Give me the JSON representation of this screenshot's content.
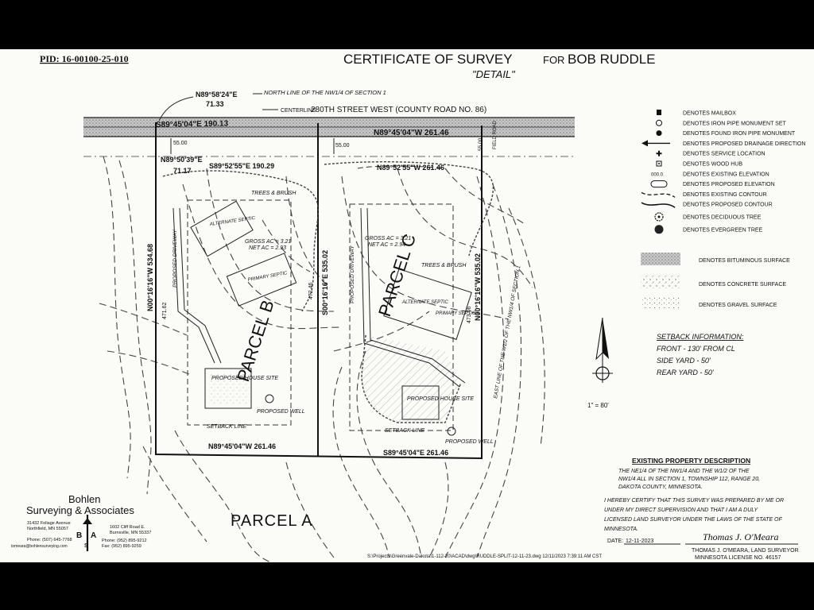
{
  "header": {
    "pid": "PID: 16-00100-25-010",
    "title_main": "CERTIFICATE OF SURVEY",
    "title_for": "FOR",
    "title_client": "BOB RUDDLE",
    "subtitle": "\"DETAIL\""
  },
  "road": {
    "north_line": "NORTH LINE OF THE NW1/4 OF SECTION 1",
    "centerline_prefix": "CENTERLINE",
    "centerline_name": "280TH STREET WEST (COUNTY ROAD NO. 86)",
    "bearing_nw": "N89°58'24\"E",
    "bearing_nw_dist": "71.33",
    "bearing_cl1": "S89°45'04\"E 190.13",
    "bearing_cl2": "N89°45'04\"W 261.46",
    "field_road": "FIELD ROAD",
    "dim_55_left": "55.00",
    "dim_55_mid": "55.00",
    "dim_55_right": "55.00"
  },
  "parcel_b": {
    "label": "PARCEL B",
    "north_bearing": "S89°52'55\"E 190.29",
    "nw_bearing": "N89°50'39\"E",
    "nw_dist": "71.17",
    "west_bearing": "N00°16'16\"W 534.68",
    "west_dim": "471.62",
    "east_dim": "472.46",
    "south_bearing": "N89°45'04\"W 261.46",
    "gross": "GROSS AC = 3.21",
    "net": "NET AC = 2.93",
    "alt_septic": "ALTERNATE SEPTIC",
    "primary_septic": "PRIMARY SEPTIC",
    "house": "PROPOSED HOUSE SITE",
    "well": "PROPOSED WELL",
    "driveway": "PROPOSED DRIVEWAY",
    "setback": "SETBACK LINE",
    "trees": "TREES & BRUSH"
  },
  "parcel_c": {
    "label": "PARCEL C",
    "north_bearing": "N89°52'55\"W 261.46",
    "shared_bearing": "S00°16'16\"E 535.02",
    "east_bearing": "N00°16'16\"W 535.02",
    "east_dim": "473.06",
    "east_line": "EAST LINE OF THE W1/2 OF THE NW1/4 OF SECTION 1",
    "south_bearing": "S89°45'04\"E 261.46",
    "gross": "GROSS AC = 3.21",
    "net": "NET AC = 2.94",
    "alt_septic": "ALTERNATE SEPTIC",
    "primary_septic": "PRIMARY SEPTIC",
    "house": "PROPOSED HOUSE SITE",
    "well": "PROPOSED WELL",
    "driveway": "PROPOSED DRIVEWAY",
    "setback": "SETBACK LINE",
    "trees": "TREES & BRUSH"
  },
  "parcel_a": {
    "label": "PARCEL A"
  },
  "legend": [
    {
      "symbol": "mailbox",
      "text": "DENOTES MAILBOX"
    },
    {
      "symbol": "iron-pipe-set",
      "text": "DENOTES IRON PIPE MONUMENT SET"
    },
    {
      "symbol": "iron-pipe-found",
      "text": "DENOTES FOUND IRON PIPE MONUMENT"
    },
    {
      "symbol": "drainage-arrow",
      "text": "DENOTES PROPOSED DRAINAGE DIRECTION"
    },
    {
      "symbol": "service-location",
      "text": "DENOTES SERVICE LOCATION"
    },
    {
      "symbol": "wood-hub",
      "text": "DENOTES WOOD HUB"
    },
    {
      "symbol": "existing-elevation",
      "text": "DENOTES EXISTING ELEVATION"
    },
    {
      "symbol": "proposed-elevation",
      "text": "DENOTES PROPOSED ELEVATION"
    },
    {
      "symbol": "existing-contour",
      "text": "DENOTES EXISTING CONTOUR"
    },
    {
      "symbol": "proposed-contour",
      "text": "DENOTES PROPOSED CONTOUR"
    },
    {
      "symbol": "deciduous-tree",
      "text": "DENOTES DECIDUOUS TREE"
    },
    {
      "symbol": "evergreen-tree",
      "text": "DENOTES EVERGREEN TREE"
    }
  ],
  "legend_elev_sample": "000.0",
  "legend_surfaces": [
    {
      "text": "DENOTES BITUMINOUS SURFACE"
    },
    {
      "text": "DENOTES CONCRETE SURFACE"
    },
    {
      "text": "DENOTES GRAVEL SURFACE"
    }
  ],
  "setback": {
    "title": "SETBACK INFORMATION:",
    "front": "FRONT - 130' FROM CL",
    "side": "SIDE YARD - 50'",
    "rear": "REAR YARD - 50'"
  },
  "scale": "1\" = 80'",
  "description": {
    "title": "EXISTING PROPERTY DESCRIPTION",
    "lines": [
      "THE NE1/4 OF THE NW1/4 AND THE W1/2 OF THE",
      "NW1/4 ALL IN SECTION 1, TOWNSHIP 112, RANGE 20,",
      "DAKOTA COUNTY, MINNESOTA."
    ]
  },
  "certification": {
    "lines": [
      "I HEREBY CERTIFY THAT THIS SURVEY WAS PREPARED BY ME OR",
      "UNDER MY DIRECT SUPERVISION AND THAT I AM A DULY",
      "LICENSED LAND SURVEYOR UNDER THE LAWS OF THE STATE OF",
      "MINNESOTA."
    ],
    "date_label": "DATE:",
    "date": "12-11-2023",
    "signature": "Thomas J. O'Meara",
    "surveyor": "THOMAS J. O'MEARA, LAND SURVEYOR",
    "license": "MINNESOTA LICENSE NO. 46157"
  },
  "company": {
    "name1": "Bohlen",
    "name2": "Surveying & Associates",
    "addr1_l1": "31432 Foliage Avenue",
    "addr1_l2": "Northfield, MN 55057",
    "addr2_l1": "1602 Cliff Road E.",
    "addr2_l2": "Burnsville, MN 55337",
    "phone1": "Phone: (507) 645-7768",
    "email": "tomeara@bohlensurveying.com",
    "phone2": "Phone: (952) 895-9212",
    "fax2": "Fax: (952) 895-9259",
    "logo_letters": "BSA"
  },
  "filepath": "S:\\Projects\\Greenvale-Dakota\\1-112-20\\ACAD\\dwg\\RUDDLE-SPLIT-12-11-23.dwg  12/11/2023  7:39:11 AM CST"
}
